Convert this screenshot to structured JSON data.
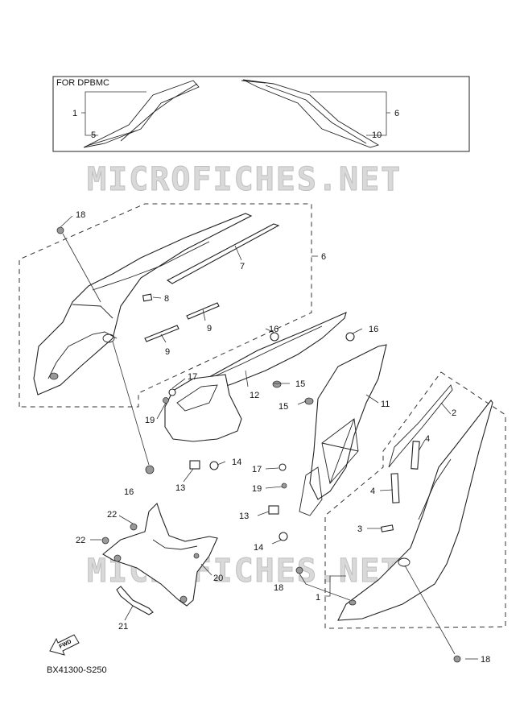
{
  "inset": {
    "title": "FOR DPBMC",
    "left_top": "1",
    "left_bottom": "5",
    "right_top": "6",
    "right_bottom": "10"
  },
  "watermark": {
    "top": "MICROFICHES.NET",
    "bottom": "MICROFICHES.NET"
  },
  "callouts": {
    "c18_top": "18",
    "c6": "6",
    "c7": "7",
    "c8": "8",
    "c9_a": "9",
    "c9_b": "9",
    "c16_left": "16",
    "c16_a": "16",
    "c16_b": "16",
    "c17_a": "17",
    "c17_b": "17",
    "c19_a": "19",
    "c19_b": "19",
    "c12": "12",
    "c15_a": "15",
    "c15_b": "15",
    "c11": "11",
    "c14_a": "14",
    "c14_b": "14",
    "c13_a": "13",
    "c13_b": "13",
    "c2": "2",
    "c4_a": "4",
    "c4_b": "4",
    "c3": "3",
    "c22_a": "22",
    "c22_b": "22",
    "c20": "20",
    "c21": "21",
    "c18_mid": "18",
    "c1": "1",
    "c18_bottom": "18"
  },
  "fwd_label": "FWD",
  "diagram_code": "BX41300-S250"
}
